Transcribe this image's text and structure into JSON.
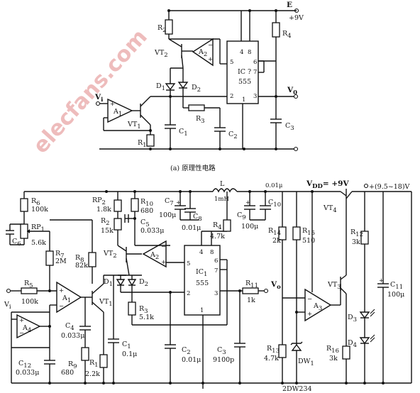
{
  "watermark": "elecfans.com",
  "top": {
    "caption": "(a) 原理性电路",
    "E": "E",
    "supply": "+9V",
    "R2": "R",
    "R2_sub": "2",
    "R4": "R",
    "R4_sub": "4",
    "VT2": "VT",
    "VT2_sub": "2",
    "A2": "A",
    "A2_sub": "2",
    "IC": "IC ?",
    "IC_part": "555",
    "pin5": "5",
    "pin8": "8",
    "pin4": "4",
    "pin6": "6",
    "pin7": "7",
    "pin2": "2",
    "pin3": "3",
    "pin1": "1",
    "D1": "D",
    "D1_sub": "1",
    "D2": "D",
    "D2_sub": "2",
    "Vi": "V",
    "Vi_sub": "i",
    "A1": "A",
    "A1_sub": "1",
    "VT1": "VT",
    "VT1_sub": "1",
    "R3": "R",
    "R3_sub": "3",
    "C1": "C",
    "C1_sub": "1",
    "C2": "C",
    "C2_sub": "2",
    "C3": "C",
    "C3_sub": "3",
    "R1": "R",
    "R1_sub": "1",
    "Vo": "V",
    "Vo_sub": "0"
  },
  "bottom": {
    "R6": "R",
    "R6_sub": "6",
    "R6_val": "100k",
    "C6": "C",
    "C6_sub": "6",
    "RP1": "RP",
    "RP1_sub": "1",
    "RP1_val": "5.6k",
    "R7": "R",
    "R7_sub": "7",
    "R7_val": "2M",
    "R8": "R",
    "R8_sub": "8",
    "R8_val": "82k",
    "R5": "R",
    "R5_sub": "5",
    "R5_val": "100k",
    "Vi": "V",
    "Vi_sub": "i",
    "A1": "A",
    "A1_sub": "1",
    "A4": "A",
    "A4_sub": "4",
    "VT1": "VT",
    "VT1_sub": "1",
    "C4": "C",
    "C4_sub": "4",
    "C4_val": "0.033μ",
    "C12": "C",
    "C12_sub": "12",
    "C12_val": "0.033μ",
    "R9": "R",
    "R9_sub": "9",
    "R9_val": "680",
    "R1": "R",
    "R1_sub": "1",
    "R1_val": "2.2k",
    "C1": "C",
    "C1_sub": "1",
    "C1_val": "0.1μ",
    "RP2": "RP",
    "RP2_sub": "2",
    "RP2_val": "1.8k",
    "R2": "R",
    "R2_sub": "2",
    "R2_val": "15k",
    "R10": "R",
    "R10_sub": "10",
    "R10_val": "680",
    "C5": "C",
    "C5_sub": "5",
    "C5_val": "0.033μ",
    "VT2": "VT",
    "VT2_sub": "2",
    "A2": "A",
    "A2_sub": "2",
    "D1": "D",
    "D1_sub": "1",
    "D2": "D",
    "D2_sub": "2",
    "R3": "R",
    "R3_sub": "3",
    "R3_val": "5.1k",
    "C2": "C",
    "C2_sub": "2",
    "C2_val": "0.01μ",
    "C7": "C",
    "C7_sub": "7",
    "C7_val": "100μ",
    "C8": "C",
    "C8_sub": "8",
    "C8_val": "0.01μ",
    "L": "L",
    "L_val": "1mH",
    "R4": "R",
    "R4_sub": "4",
    "R4_val": "4.7k",
    "IC1": "IC",
    "IC1_sub": "1",
    "IC1_part": "555",
    "pin5": "5",
    "pin4": "4",
    "pin8": "8",
    "pin6": "6",
    "pin7": "7",
    "pin2": "2",
    "pin3": "3",
    "pin1": "1",
    "C3": "C",
    "C3_sub": "3",
    "C3_val": "9100p",
    "R11": "R",
    "R11_sub": "11",
    "R11_val": "1k",
    "Vo": "V",
    "Vo_sub": "o",
    "C9": "C",
    "C9_sub": "9",
    "C9_val": "100μ",
    "C10": "C",
    "C10_sub": "10",
    "C10_top": "0.01μ",
    "R14": "R",
    "R14_sub": "14",
    "R14_val": "2k",
    "R15": "R",
    "R15_sub": "15",
    "R15_val": "510",
    "R13": "R",
    "R13_sub": "13",
    "R13_val": "4.7k",
    "DW1": "DW",
    "DW1_sub": "1",
    "DW1_part": "2DW234",
    "A3": "A",
    "A3_sub": "3",
    "VDD": "V",
    "VDD_sub": "DD",
    "VDD_val": "= +9V",
    "supply_in": "+(9.5~18)V",
    "VT4": "VT",
    "VT4_sub": "4",
    "VT3": "VT",
    "VT3_sub": "3",
    "R12": "R",
    "R12_sub": "12",
    "R12_val": "3k",
    "R16": "R",
    "R16_sub": "16",
    "R16_val": "3k",
    "C11": "C",
    "C11_sub": "11",
    "C11_val": "100μ",
    "D3": "D",
    "D3_sub": "3",
    "D4": "D",
    "D4_sub": "4"
  }
}
